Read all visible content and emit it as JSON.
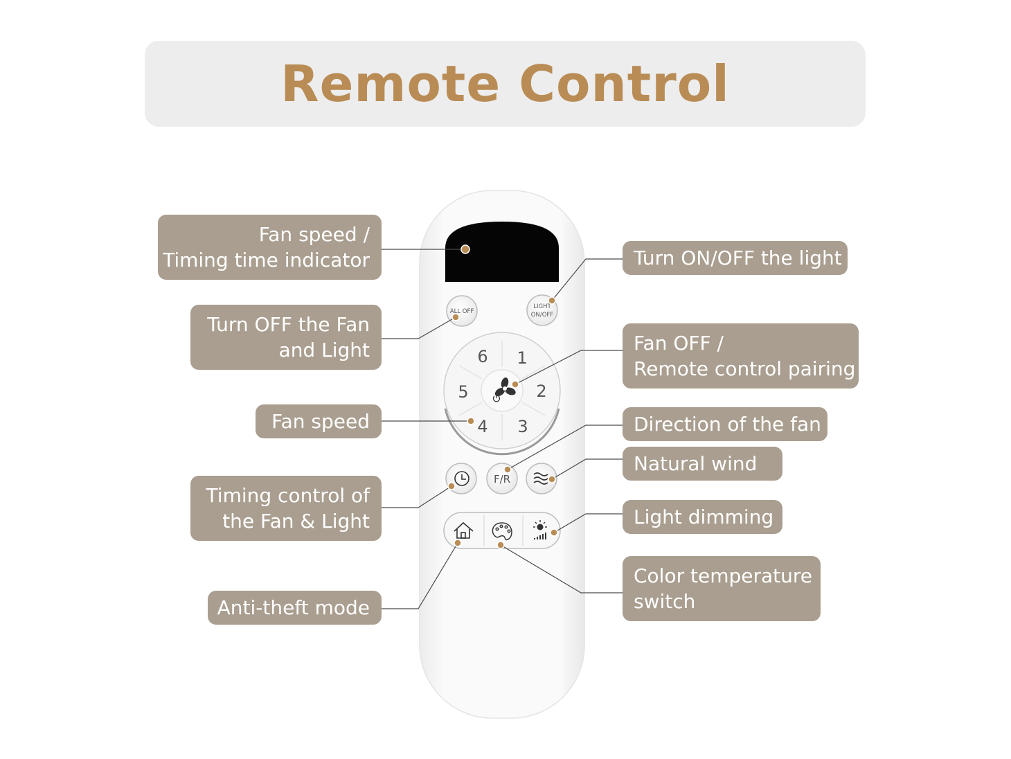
{
  "title": "Remote Control",
  "remote": {
    "all_off_label": "ALL OFF",
    "light_label_line1": "LIGHT",
    "light_label_line2": "ON/OFF",
    "dial_numbers": [
      "1",
      "2",
      "3",
      "4",
      "5",
      "6"
    ],
    "fr_label": "F/R"
  },
  "callouts": {
    "fan_speed_indicator": {
      "line1": "Fan speed /",
      "line2": "Timing time indicator"
    },
    "turn_off_fan_light": {
      "line1": "Turn OFF the Fan",
      "line2": "and Light"
    },
    "fan_speed": {
      "line1": "Fan speed"
    },
    "timing_control": {
      "line1": "Timing control of",
      "line2": "the Fan & Light"
    },
    "anti_theft": {
      "line1": "Anti-theft mode"
    },
    "light_on_off": {
      "line1": "Turn ON/OFF the light"
    },
    "fan_off_pairing": {
      "line1": "Fan OFF /",
      "line2": "Remote control pairing"
    },
    "direction": {
      "line1": "Direction of the fan"
    },
    "natural_wind": {
      "line1": "Natural wind"
    },
    "light_dimming": {
      "line1": "Light dimming"
    },
    "color_temp": {
      "line1": "Color temperature",
      "line2": "switch"
    }
  },
  "colors": {
    "title": "#b98c55",
    "label_bg": "#a99e8f",
    "dot": "#b98c55",
    "remote_body": "#f7f7f7"
  }
}
